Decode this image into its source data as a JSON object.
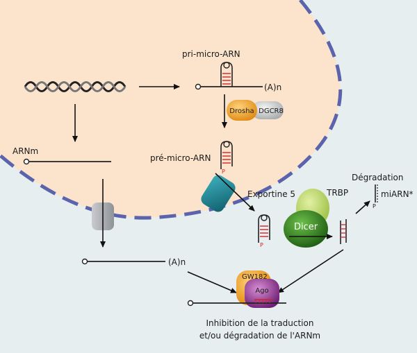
{
  "labels": {
    "pri_mirna": "pri-micro-ARN",
    "polyA_top": "(A)n",
    "drosha": "Drosha",
    "dgcr8": "DGCR8",
    "pre_mirna": "pré-micro-ARN",
    "arnm": "ARNm",
    "exportine": "Exportine 5",
    "trbp": "TRBP",
    "dicer": "Dicer",
    "degradation": "Dégradation",
    "mirna_star": "miARN*",
    "polyA_bottom": "(A)n",
    "gw182": "GW182",
    "ago": "Ago",
    "p_mark": "P",
    "outcome_line1": "Inhibition de la traduction",
    "outcome_line2": "et/ou dégradation de l'ARNm"
  },
  "colors": {
    "background": "#e6eef0",
    "nucleus_fill": "#fbe3cc",
    "nucleus_border": "#5b63ad",
    "drosha": "#f0a02c",
    "dgcr8": "#cfd0d2",
    "exportin": "#1f8494",
    "dicer": "#2e7d1f",
    "trbp": "#b9d46a",
    "ago": "#8a2f8c",
    "gw182": "#f2a531",
    "nuclear_pore": "#b3b6ba",
    "mirna_red": "#d2232a"
  }
}
